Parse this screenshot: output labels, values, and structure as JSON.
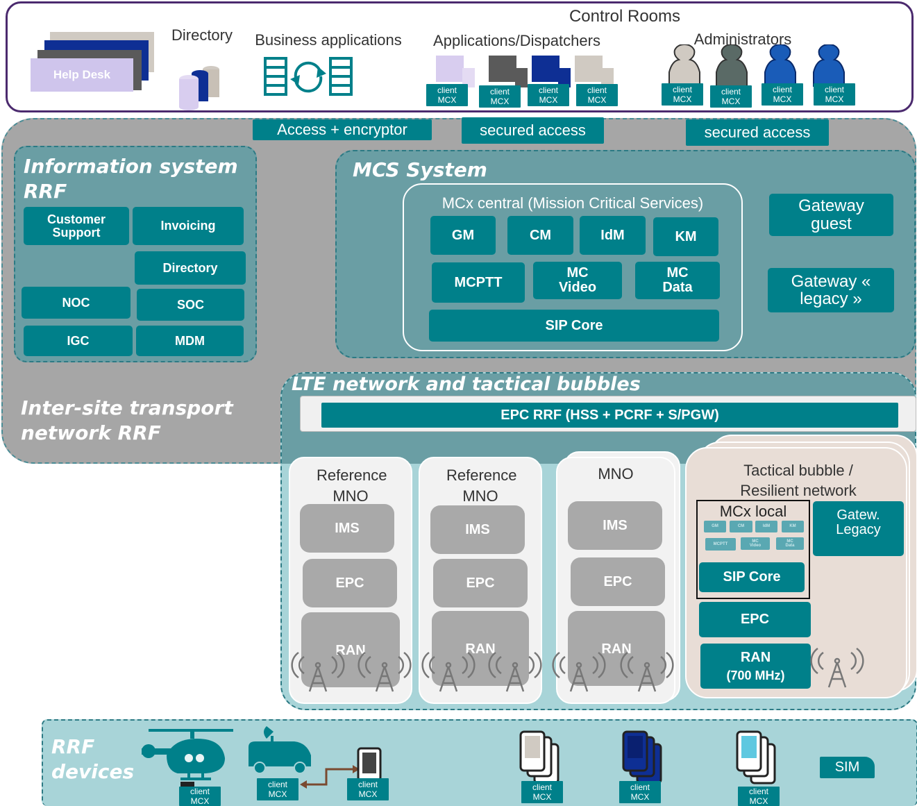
{
  "control_rooms": {
    "title": "Control Rooms",
    "directory": "Directory",
    "business_apps": "Business applications",
    "apps_dispatchers": "Applications/Dispatchers",
    "administrators": "Administrators",
    "help_desk": "Help Desk",
    "client_line1": "client",
    "client_line2": "MCX"
  },
  "access": {
    "access_encryptor": "Access + encryptor",
    "secured_access_1": "secured access",
    "secured_access_2": "secured access"
  },
  "info_system": {
    "title": "Information system RRF",
    "items": [
      "Customer Support",
      "Invoicing",
      "Directory",
      "NOC",
      "SOC",
      "IGC",
      "MDM"
    ]
  },
  "mcs_system": {
    "title": "MCS System",
    "central_title": "MCx central (Mission Critical Services)",
    "row1": [
      "GM",
      "CM",
      "IdM",
      "KM"
    ],
    "row2": [
      "MCPTT",
      "MC Video",
      "MC Data"
    ],
    "sip_core": "SIP Core",
    "gateway_guest": "Gateway guest",
    "gateway_legacy": "Gateway « legacy »"
  },
  "transport": {
    "title": "Inter-site transport network RRF"
  },
  "lte": {
    "title": "LTE network and tactical bubbles",
    "epc_rrf": "EPC RRF (HSS + PCRF + S/PGW)",
    "columns": [
      {
        "title": "Reference MNO",
        "ims": "IMS",
        "epc": "EPC",
        "ran": "RAN"
      },
      {
        "title": "Reference MNO",
        "ims": "IMS",
        "epc": "EPC",
        "ran": "RAN"
      },
      {
        "title": "MNO",
        "ims": "IMS",
        "epc": "EPC",
        "ran": "RAN"
      }
    ],
    "tactical": {
      "title": "Tactical bubble / Resilient network",
      "mcx_local": "MCx local",
      "mini_row1": [
        "GM",
        "CM",
        "IdM",
        "KM"
      ],
      "mini_row2": [
        "MCPTT",
        "MC Video",
        "MC Data"
      ],
      "sip_core": "SIP Core",
      "gateway_legacy": "Gatew. Legacy",
      "epc": "EPC",
      "ran": "RAN",
      "ran_freq": "(700 MHz)"
    }
  },
  "devices": {
    "title": "RRF devices",
    "sim": "SIM"
  },
  "colors": {
    "teal": "#00808a",
    "grey_band": "#a6a6a6",
    "mcs_bg": "#6a9ea4",
    "light_teal": "#a8d4d8",
    "purple_border": "#4b2a6e",
    "tactical_bg": "#e8ddd6"
  }
}
